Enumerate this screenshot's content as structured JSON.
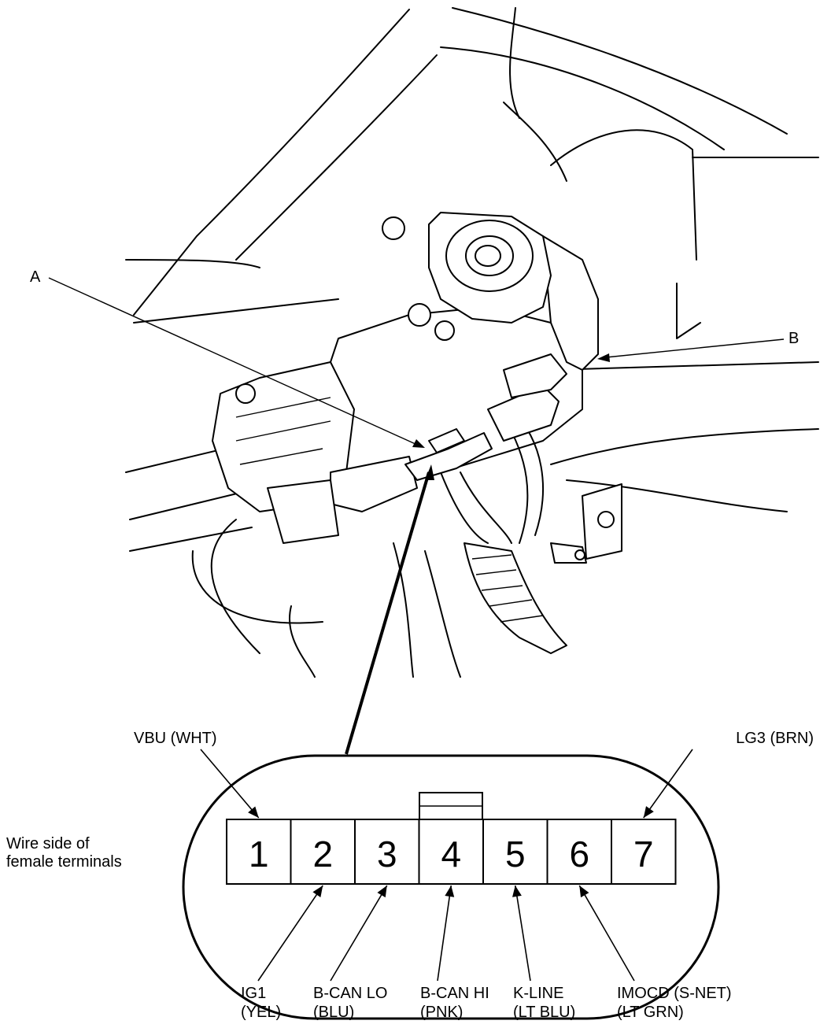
{
  "callouts": {
    "a": "A",
    "b": "B"
  },
  "caption_lines": [
    "Wire side of",
    "female terminals"
  ],
  "pins": [
    "1",
    "2",
    "3",
    "4",
    "5",
    "6",
    "7"
  ],
  "top_labels": [
    {
      "pin": 1,
      "text": "VBU (WHT)"
    },
    {
      "pin": 7,
      "text": "LG3 (BRN)"
    }
  ],
  "bottom_labels": [
    {
      "pin": 2,
      "line1": "IG1",
      "line2": "(YEL)"
    },
    {
      "pin": 3,
      "line1": "B-CAN LO",
      "line2": "(BLU)"
    },
    {
      "pin": 4,
      "line1": "B-CAN HI",
      "line2": "(PNK)"
    },
    {
      "pin": 5,
      "line1": "K-LINE",
      "line2": "(LT BLU)"
    },
    {
      "pin": 6,
      "line1": "IMOCD (S-NET)",
      "line2": "(LT GRN)"
    }
  ]
}
